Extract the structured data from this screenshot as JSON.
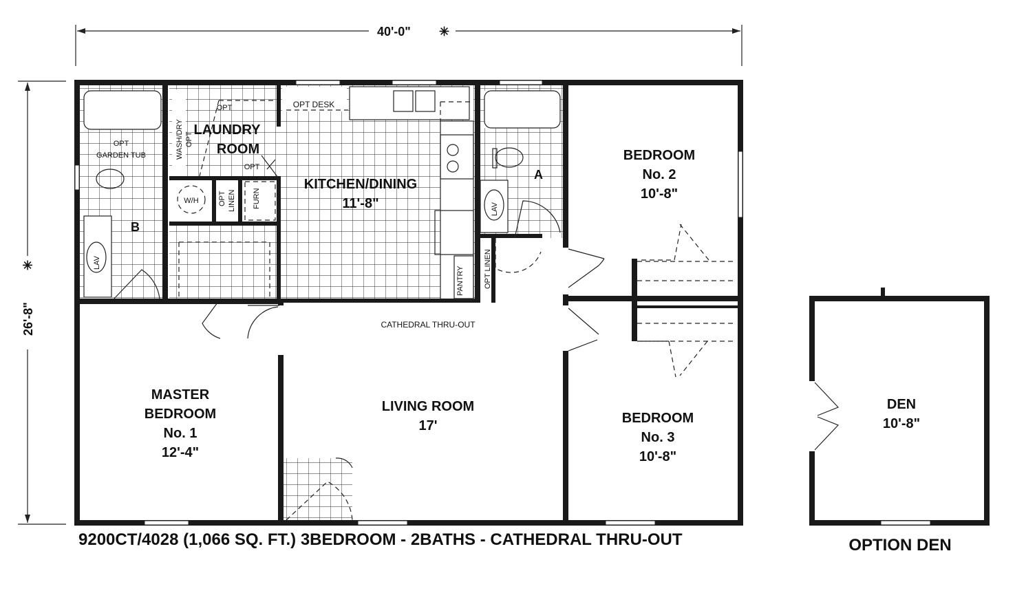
{
  "dimensions": {
    "width": "40'-0\"",
    "depth": "26'-8\"",
    "marker": "✳"
  },
  "rooms": {
    "laundry": {
      "line1": "LAUNDRY",
      "line2": "ROOM"
    },
    "kitchen": {
      "name": "KITCHEN/DINING",
      "size": "11'-8\""
    },
    "bedroom2": {
      "name": "BEDROOM",
      "num": "No. 2",
      "size": "10'-8\""
    },
    "master": {
      "line1": "MASTER",
      "line2": "BEDROOM",
      "num": "No. 1",
      "size": "12'-4\""
    },
    "living": {
      "name": "LIVING ROOM",
      "size": "17'"
    },
    "bedroom3": {
      "name": "BEDROOM",
      "num": "No. 3",
      "size": "10'-8\""
    },
    "den": {
      "name": "DEN",
      "size": "10'-8\""
    }
  },
  "fixtures": {
    "opt_garden_tub": {
      "line1": "OPT",
      "line2": "GARDEN TUB"
    },
    "wash_dry": {
      "line1": "WASH/DRY",
      "line2": "OPT"
    },
    "opt_top": "OPT",
    "opt_mid": "OPT",
    "opt_desk": "OPT DESK",
    "wh": "W/H",
    "opt_linen_small": {
      "line1": "OPT",
      "line2": "LINEN"
    },
    "furn": "FURN",
    "lav_b": "LAV",
    "lav_a": "LAV",
    "bath_b": "B",
    "bath_a": "A",
    "pantry": "PANTRY",
    "opt_linen": "OPT LINEN",
    "cathedral": "CATHEDRAL THRU-OUT"
  },
  "footer": {
    "model": "9200CT/4028 (1,066 SQ. FT.) 3BEDROOM - 2BATHS - CATHEDRAL THRU-OUT",
    "option": "OPTION DEN"
  }
}
